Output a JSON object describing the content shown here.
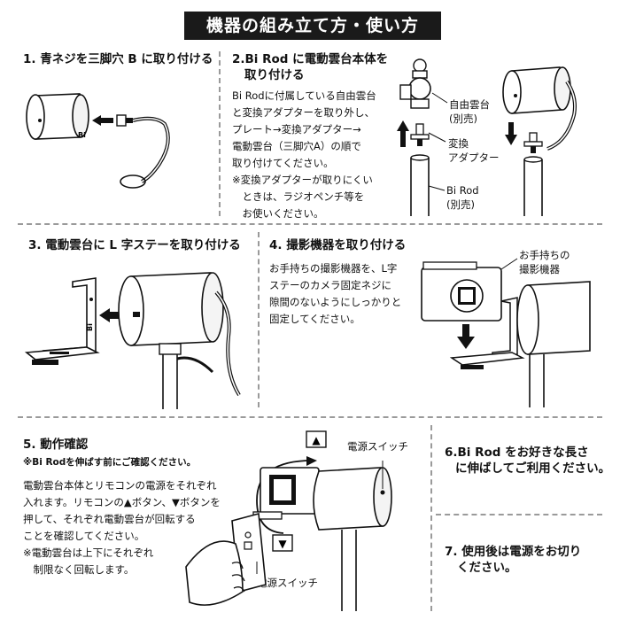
{
  "header": {
    "title": "機器の組み立て方・使い方"
  },
  "step1": {
    "title": "1. 青ネジを三脚穴 B に取り付ける",
    "device_mark": "Bi"
  },
  "step2": {
    "title_line1": "2.Bi Rod に電動雲台本体を",
    "title_line2": "取り付ける",
    "body": [
      "Bi Rodに付属している自由雲台",
      "と変換アダプターを取り外し、",
      "プレート→変換アダプター→",
      "電動雲台（三脚穴A）の順で",
      "取り付けてください。",
      "※変換アダプターが取りにくい",
      "　ときは、ラジオペンチ等を",
      "　お使いください。"
    ],
    "labels": {
      "ball_head_1": "自由雲台",
      "ball_head_2": "(別売)",
      "adapter_1": "変換",
      "adapter_2": "アダプター",
      "rod_1": "Bi Rod",
      "rod_2": "(別売)"
    }
  },
  "step3": {
    "title": "3. 電動雲台に L 字ステーを取り付ける",
    "device_mark": "Bi"
  },
  "step4": {
    "title": "4. 撮影機器を取り付ける",
    "body": [
      "お手持ちの撮影機器を、L字",
      "ステーのカメラ固定ネジに",
      "隙間のないようにしっかりと",
      "固定してください。"
    ],
    "label_1": "お手持ちの",
    "label_2": "撮影機器"
  },
  "step5": {
    "title": "5. 動作確認",
    "note": "※Bi Rodを伸ばす前にご確認ください。",
    "body": [
      "電動雲台本体とリモコンの電源をそれぞれ",
      "入れます。リモコンの▲ボタン、▼ボタンを",
      "押して、それぞれ電動雲台が回転する",
      "ことを確認してください。",
      "※電動雲台は上下にそれぞれ",
      "　制限なく回転します。"
    ],
    "power_switch_top": "電源スイッチ",
    "power_switch_bottom": "電源スイッチ",
    "up_symbol": "▲",
    "down_symbol": "▼"
  },
  "step6": {
    "line1": "6.Bi Rod をお好きな長さ",
    "line2": "に伸ばしてご利用ください。"
  },
  "step7": {
    "line1": "7. 使用後は電源をお切り",
    "line2": "ください。"
  }
}
